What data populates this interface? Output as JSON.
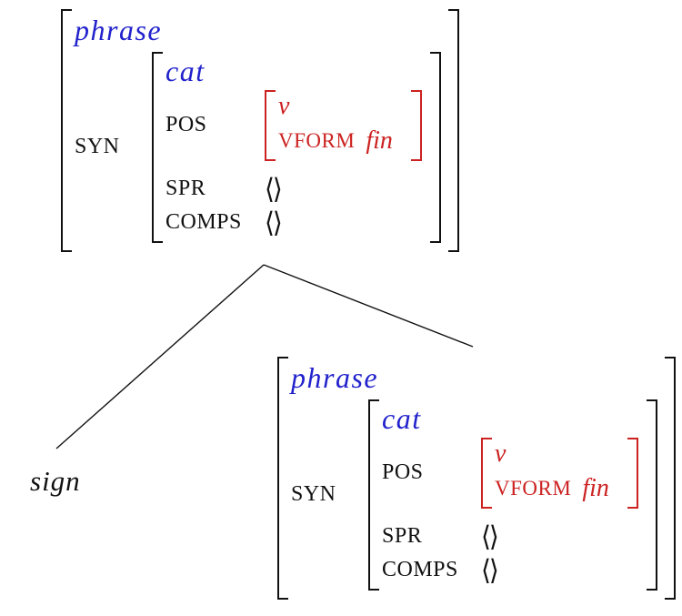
{
  "diagram": {
    "kind": "HPSG feature-structure tree",
    "leaf": {
      "label": "sign"
    },
    "avm": {
      "type_label": "phrase",
      "syn_attr": "SYN",
      "cat_type_label": "cat",
      "pos_attr": "POS",
      "pos_value_type": "v",
      "vform_attr": "VFORM",
      "vform_value": "fin",
      "spr_attr": "SPR",
      "spr_value": "⟨⟩",
      "comps_attr": "COMPS",
      "comps_value": "⟨⟩"
    },
    "colors": {
      "type_blue": "#2222cc",
      "highlight_red": "#cc2222",
      "ink_black": "#111111"
    }
  }
}
